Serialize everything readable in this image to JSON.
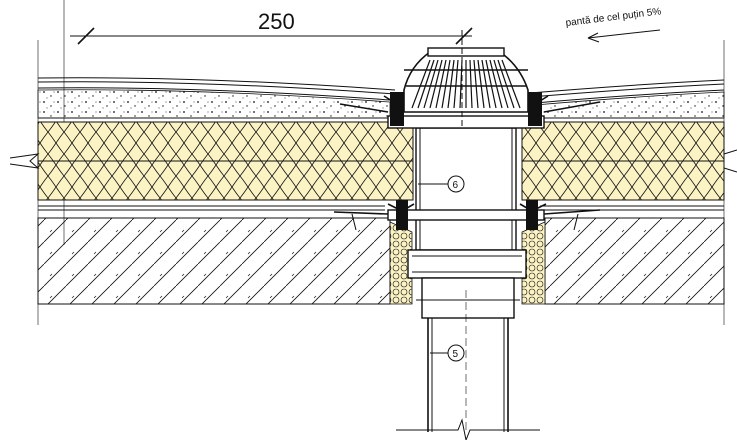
{
  "dimension": {
    "value": "250"
  },
  "slope_note": {
    "text": "pantă de cel puțin 5%"
  },
  "callouts": [
    {
      "label": "6"
    },
    {
      "label": "5"
    }
  ],
  "colors": {
    "insulation": "#fbf3c4",
    "line": "#111111",
    "background": "#ffffff"
  }
}
